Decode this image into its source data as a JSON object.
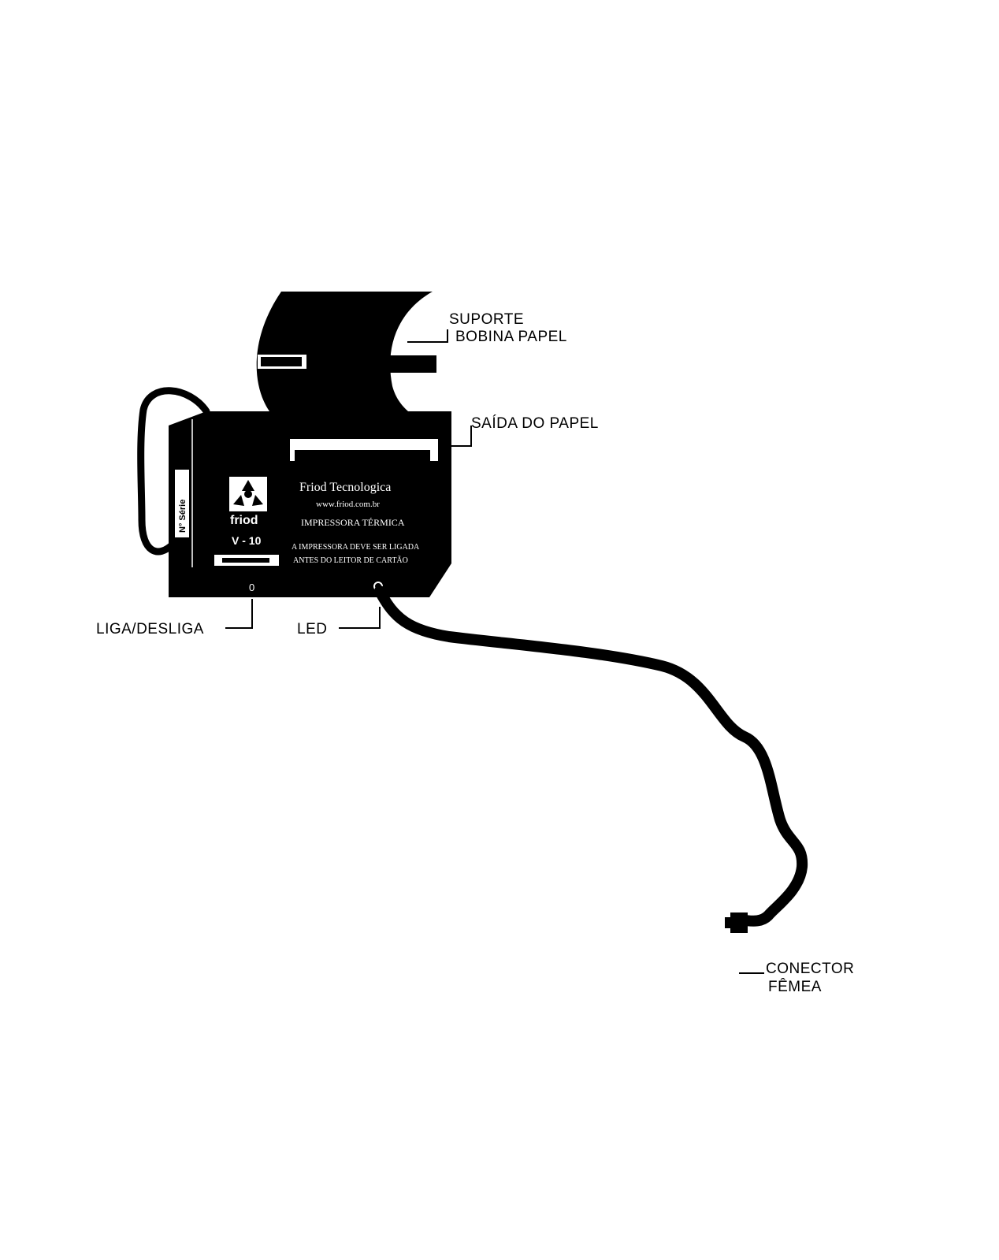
{
  "labels": {
    "suporte_line1": "SUPORTE",
    "suporte_line2": "BOBINA PAPEL",
    "saida": "SAÍDA DO PAPEL",
    "liga": "LIGA/DESLIGA",
    "led": "LED",
    "conector_line1": "CONECTOR",
    "conector_line2": "FÊMEA"
  },
  "device": {
    "brand": "friod",
    "model": "V - 10",
    "side_label": "N° Série",
    "plate": {
      "line1": "Friod Tecnologica",
      "line2": "www.friod.com.br",
      "line3": "IMPRESSORA TÉRMICA",
      "line4": "A IMPRESSORA DEVE SER LIGADA",
      "line5": "ANTES DO LEITOR DE CARTÃO"
    },
    "switch_glyph": "0",
    "led_glyph": "O"
  },
  "colors": {
    "ink": "#000000",
    "paper": "#ffffff"
  }
}
